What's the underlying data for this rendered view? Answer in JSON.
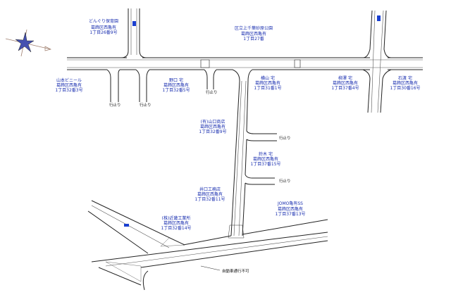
{
  "colors": {
    "label": "#1a2fb0",
    "road": "#222222",
    "sign": "#1a3fd0"
  },
  "compass": {
    "icon": "compass-rose-icon"
  },
  "places": [
    {
      "name": "どんぐり保育園",
      "area": "葛飾区西亀有",
      "address": "1丁目26番9号"
    },
    {
      "name": "区立上千葉砂原公園",
      "area": "葛飾区西亀有",
      "address": "1丁目27番"
    },
    {
      "name": "山本ビニール",
      "area": "葛飾区西亀有",
      "address": "1丁目32番3号"
    },
    {
      "name": "野口 宅",
      "area": "葛飾区西亀有",
      "address": "1丁目32番5号"
    },
    {
      "name": "横山 宅",
      "area": "葛飾区西亀有",
      "address": "1丁目31番1号"
    },
    {
      "name": "柳澤 宅",
      "area": "葛飾区西亀有",
      "address": "1丁目37番4号"
    },
    {
      "name": "石渡 宅",
      "area": "葛飾区西亀有",
      "address": "1丁目30番16号"
    },
    {
      "name": "(有)山口商店",
      "area": "葛飾区西亀有",
      "address": "1丁目32番9号"
    },
    {
      "name": "鈴木 宅",
      "area": "葛飾区西亀有",
      "address": "1丁目37番15号"
    },
    {
      "name": "井口工務店",
      "area": "葛飾区西亀有",
      "address": "1丁目32番11号"
    },
    {
      "name": "JOMO亀有SS",
      "area": "葛飾区西亀有",
      "address": "1丁目37番13号"
    },
    {
      "name": "(株)近畿工業所",
      "area": "葛飾区西亀有",
      "address": "1丁目32番14号"
    }
  ],
  "notes": {
    "dead_end": "行止り",
    "no_passage": "自動車通行不可"
  }
}
